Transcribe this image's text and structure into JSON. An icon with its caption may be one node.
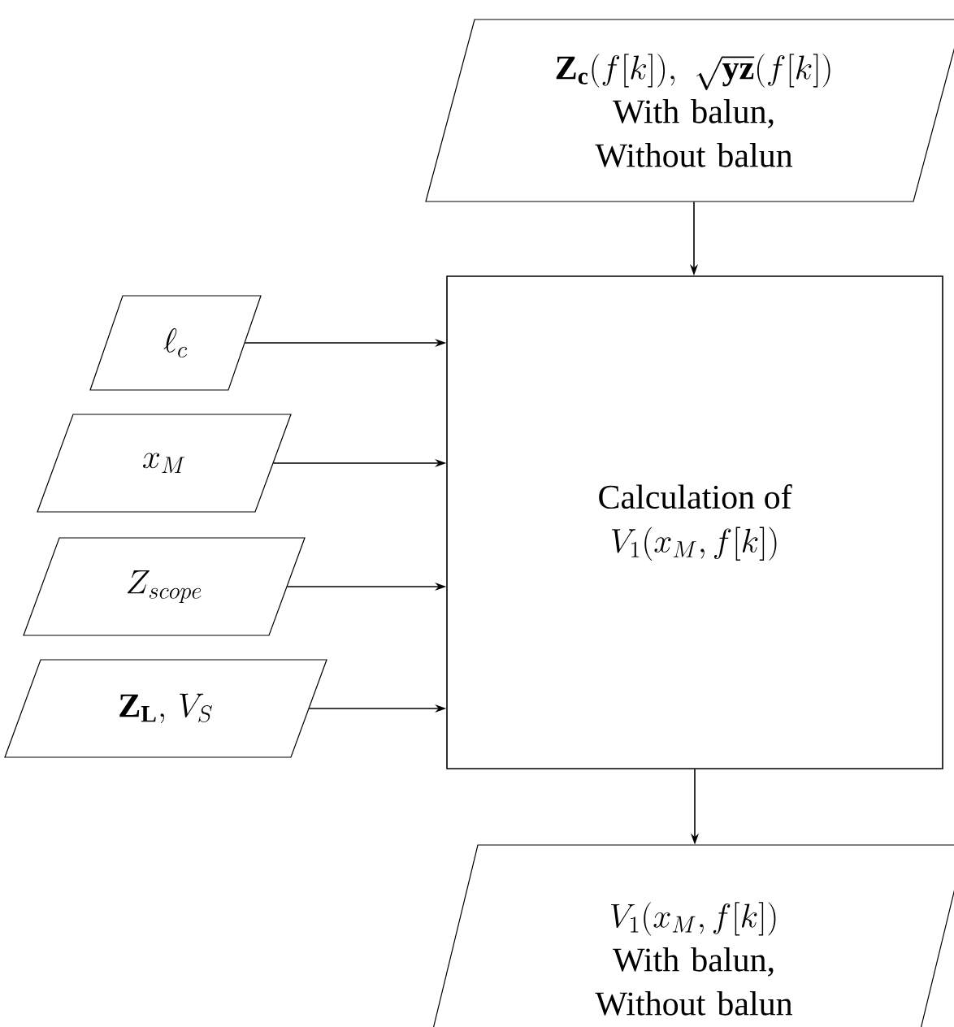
{
  "diagram": {
    "nodes": [
      {
        "text": [
          "\\mathbf{Z_c}(f[k]),\\ \\sqrt{\\mathbf{yz}}(f[k])",
          "With balun, Without balun"
        ]
      },
      {
        "text": [
          "\\ell_c"
        ]
      },
      {
        "text": [
          "x_M"
        ]
      },
      {
        "text": [
          "Z_{scope}"
        ]
      },
      {
        "text": [
          "\\mathbf{Z_L},\\, V_S"
        ]
      },
      {
        "text": [
          "Calculation of",
          "V_1(x_M, f[k])"
        ]
      },
      {
        "text": [
          "V_1(x_M, f[k])",
          "With balun, Without balun"
        ]
      }
    ],
    "edges": [
      {
        "from": 0,
        "to": 5,
        "arrow": "to"
      },
      {
        "from": 1,
        "to": 5,
        "arrow": "to"
      },
      {
        "from": 2,
        "to": 5,
        "arrow": "to"
      },
      {
        "from": 3,
        "to": 5,
        "arrow": "to"
      },
      {
        "from": 4,
        "to": 5,
        "arrow": "to"
      },
      {
        "from": 5,
        "to": 6,
        "arrow": "to"
      }
    ]
  }
}
